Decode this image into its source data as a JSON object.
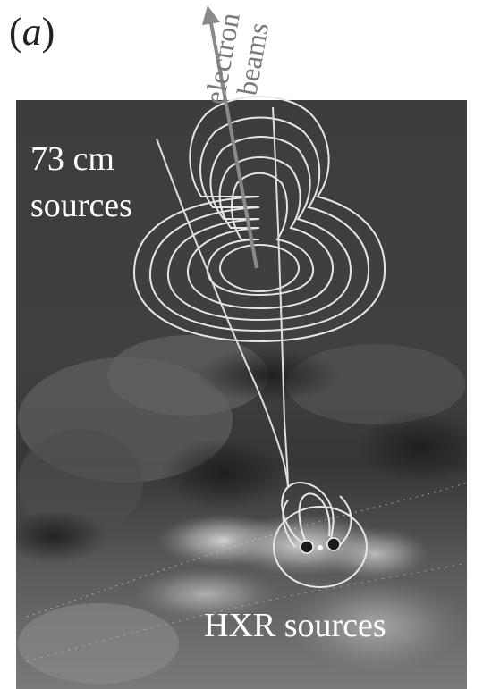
{
  "figure": {
    "panel_label": "a",
    "labels": {
      "electron_beams_line1": "electron",
      "electron_beams_line2": "beams",
      "radio_sources_line1": "73 cm",
      "radio_sources_line2": "sources",
      "hxr_sources": "HXR sources"
    },
    "colors": {
      "background": "#ffffff",
      "image_dark": "#3a3a3a",
      "contour": "#e6e6e6",
      "arrow": "#8a8a8a",
      "label_text": "#ffffff",
      "label_dark": "#7a7a7a"
    }
  }
}
